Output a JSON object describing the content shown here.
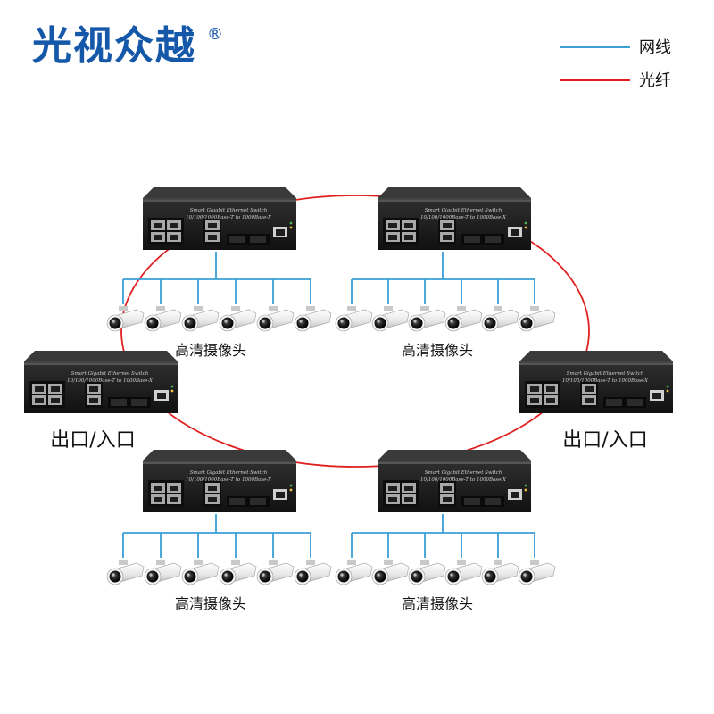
{
  "brand": {
    "name": "光视众越",
    "registered": "®"
  },
  "legend": [
    {
      "label": "网线",
      "color": "#3a9fd6"
    },
    {
      "label": "光纤",
      "color": "#e02020"
    }
  ],
  "colors": {
    "network_cable": "#3a9fd6",
    "fiber": "#e02020",
    "switch_body": "#1a1a1a"
  },
  "switch": {
    "line1": "Smart Gigabit Ethernet Switch",
    "line2": "10/100/1000Base-T to 1000Base-X"
  },
  "labels": {
    "camera": "高清摄像头",
    "io": "出口/入口"
  },
  "switches": [
    {
      "id": "top-left",
      "cameras": 6
    },
    {
      "id": "top-right",
      "cameras": 6
    },
    {
      "id": "mid-left",
      "cameras": 0
    },
    {
      "id": "mid-right",
      "cameras": 0
    },
    {
      "id": "bottom-left",
      "cameras": 6
    },
    {
      "id": "bottom-right",
      "cameras": 6
    }
  ],
  "icons": [
    "switch-icon",
    "camera-icon",
    "rj45-port-icon",
    "sfp-port-icon"
  ]
}
